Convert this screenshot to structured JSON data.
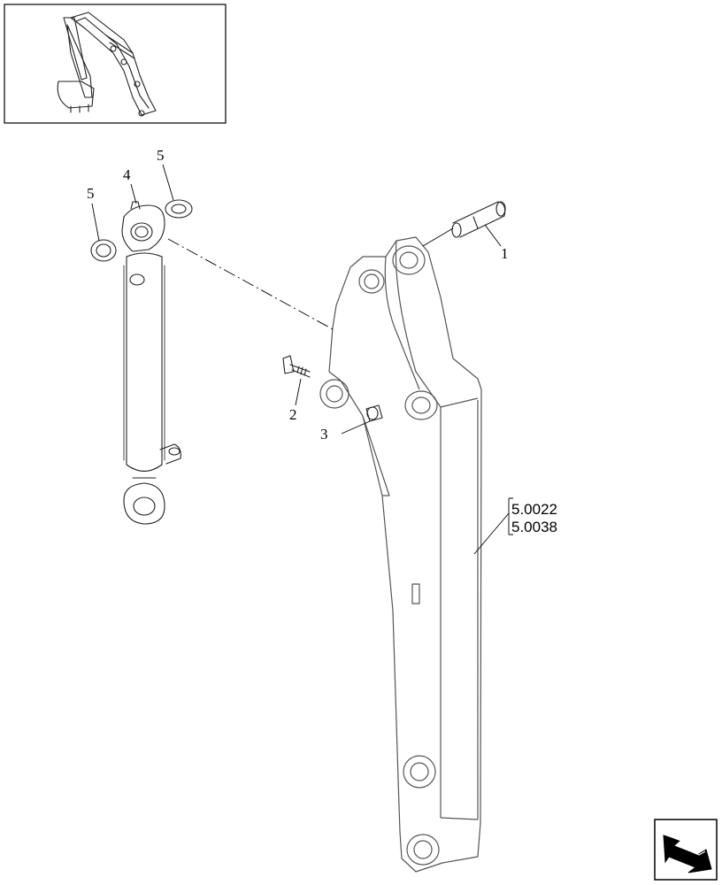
{
  "callouts": {
    "c1": "1",
    "c2": "2",
    "c3": "3",
    "c4": "4",
    "c5a": "5",
    "c5b": "5"
  },
  "references": {
    "ref1": "5.0022",
    "ref2": "5.0038"
  },
  "icons": {
    "thumbnail": "excavator-arm-overview-icon",
    "navigation": "next-page-arrow-icon"
  }
}
